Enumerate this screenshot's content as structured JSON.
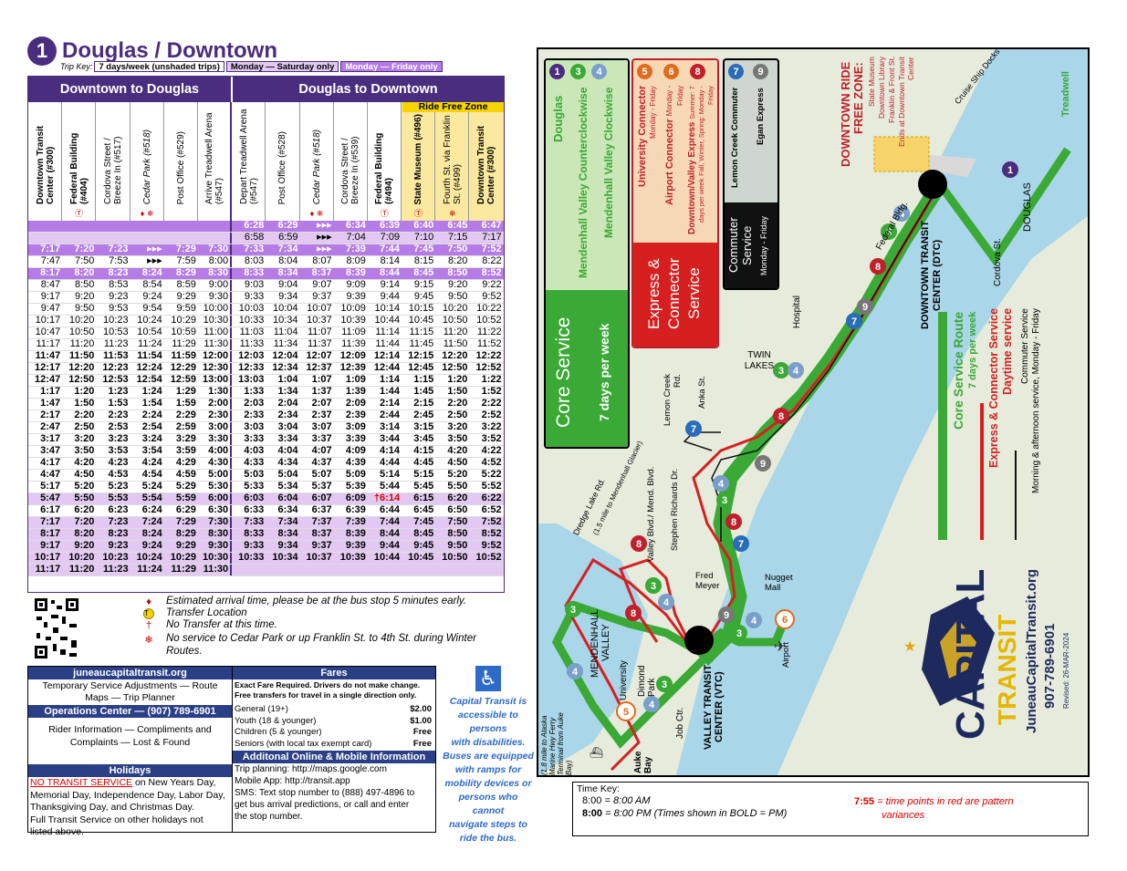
{
  "header": {
    "route_number": "1",
    "route_name": "Douglas / Downtown",
    "trip_key_label": "Trip Key:",
    "key_daily": "7 days/week (unshaded trips)",
    "key_monsat": "Monday — Saturday only",
    "key_monfri": "Monday — Friday only"
  },
  "timetable": {
    "section_left": "Downtown to Douglas",
    "section_right": "Douglas to Downtown",
    "ride_free_zone": "Ride Free Zone",
    "stops": [
      {
        "name": "Downtown Transit Center (#300)",
        "sym": ""
      },
      {
        "name": "Federal Building (#404)",
        "sym": "Ⓣ"
      },
      {
        "name": "Cordova Street / Breeze In (#517)",
        "sym": ""
      },
      {
        "name": "Cedar Park (#518)",
        "sym": "♦ ❄"
      },
      {
        "name": "Post Office (#529)",
        "sym": ""
      },
      {
        "name": "Arrive Treadwell Arena (#547)",
        "sym": ""
      },
      {
        "name": "Depart Treadwell Arena (#547)",
        "sym": ""
      },
      {
        "name": "Post Office (#528)",
        "sym": ""
      },
      {
        "name": "Cedar Park (#518)",
        "sym": "♦ ❄"
      },
      {
        "name": "Cordova Street / Breeze In (#539)",
        "sym": ""
      },
      {
        "name": "Federal Building (#494)",
        "sym": "Ⓣ"
      },
      {
        "name": "State Museum (#496)",
        "sym": "Ⓣ"
      },
      {
        "name": "Fourth St. via Franklin St. (#499)",
        "sym": "❄"
      },
      {
        "name": "Downtown Transit Center (#300)",
        "sym": ""
      }
    ],
    "rows": [
      {
        "t": [
          "",
          "",
          "",
          "",
          "",
          "",
          "6:28",
          "6:29",
          "▸▸▸",
          "6:34",
          "6:39",
          "6:40",
          "6:45",
          "6:47"
        ],
        "s": "mag"
      },
      {
        "t": [
          "",
          "",
          "",
          "",
          "",
          "",
          "6:58",
          "6:59",
          "▸▸▸",
          "7:04",
          "7:09",
          "7:10",
          "7:15",
          "7:17"
        ],
        "s": "lav"
      },
      {
        "t": [
          "7:17",
          "7:20",
          "7:23",
          "▸▸▸",
          "7:29",
          "7:30",
          "7:33",
          "7:34",
          "▸▸▸",
          "7:39",
          "7:44",
          "7:45",
          "7:50",
          "7:52"
        ],
        "s": "mag"
      },
      {
        "t": [
          "7:47",
          "7:50",
          "7:53",
          "▸▸▸",
          "7:59",
          "8:00",
          "8:03",
          "8:04",
          "8:07",
          "8:09",
          "8:14",
          "8:15",
          "8:20",
          "8:22"
        ],
        "s": ""
      },
      {
        "t": [
          "8:17",
          "8:20",
          "8:23",
          "8:24",
          "8:29",
          "8:30",
          "8:33",
          "8:34",
          "8:37",
          "8:39",
          "8:44",
          "8:45",
          "8:50",
          "8:52"
        ],
        "s": "mag"
      },
      {
        "t": [
          "8:47",
          "8:50",
          "8:53",
          "8:54",
          "8:59",
          "9:00",
          "9:03",
          "9:04",
          "9:07",
          "9:09",
          "9:14",
          "9:15",
          "9:20",
          "9:22"
        ],
        "s": ""
      },
      {
        "t": [
          "9:17",
          "9:20",
          "9:23",
          "9:24",
          "9:29",
          "9:30",
          "9:33",
          "9:34",
          "9:37",
          "9:39",
          "9:44",
          "9:45",
          "9:50",
          "9:52"
        ],
        "s": ""
      },
      {
        "t": [
          "9:47",
          "9:50",
          "9:53",
          "9:54",
          "9:59",
          "10:00",
          "10:03",
          "10:04",
          "10:07",
          "10:09",
          "10:14",
          "10:15",
          "10:20",
          "10:22"
        ],
        "s": ""
      },
      {
        "t": [
          "10:17",
          "10:20",
          "10:23",
          "10:24",
          "10:29",
          "10:30",
          "10:33",
          "10:34",
          "10:37",
          "10:39",
          "10:44",
          "10:45",
          "10:50",
          "10:52"
        ],
        "s": ""
      },
      {
        "t": [
          "10:47",
          "10:50",
          "10:53",
          "10:54",
          "10:59",
          "11:00",
          "11:03",
          "11:04",
          "11:07",
          "11:09",
          "11:14",
          "11:15",
          "11:20",
          "11:22"
        ],
        "s": ""
      },
      {
        "t": [
          "11:17",
          "11:20",
          "11:23",
          "11:24",
          "11:29",
          "11:30",
          "11:33",
          "11:34",
          "11:37",
          "11:39",
          "11:44",
          "11:45",
          "11:50",
          "11:52"
        ],
        "s": ""
      },
      {
        "t": [
          "11:47",
          "11:50",
          "11:53",
          "11:54",
          "11:59",
          "12:00",
          "12:03",
          "12:04",
          "12:07",
          "12:09",
          "12:14",
          "12:15",
          "12:20",
          "12:22"
        ],
        "s": "pmstart"
      },
      {
        "t": [
          "12:17",
          "12:20",
          "12:23",
          "12:24",
          "12:29",
          "12:30",
          "12:33",
          "12:34",
          "12:37",
          "12:39",
          "12:44",
          "12:45",
          "12:50",
          "12:52"
        ],
        "s": "pm"
      },
      {
        "t": [
          "12:47",
          "12:50",
          "12:53",
          "12:54",
          "12:59",
          "13:00",
          "13:03",
          "1:04",
          "1:07",
          "1:09",
          "1:14",
          "1:15",
          "1:20",
          "1:22"
        ],
        "s": "pm"
      },
      {
        "t": [
          "1:17",
          "1:20",
          "1:23",
          "1:24",
          "1:29",
          "1:30",
          "1:33",
          "1:34",
          "1:37",
          "1:39",
          "1:44",
          "1:45",
          "1:50",
          "1:52"
        ],
        "s": "pm"
      },
      {
        "t": [
          "1:47",
          "1:50",
          "1:53",
          "1:54",
          "1:59",
          "2:00",
          "2:03",
          "2:04",
          "2:07",
          "2:09",
          "2:14",
          "2:15",
          "2:20",
          "2:22"
        ],
        "s": "pm"
      },
      {
        "t": [
          "2:17",
          "2:20",
          "2:23",
          "2:24",
          "2:29",
          "2:30",
          "2:33",
          "2:34",
          "2:37",
          "2:39",
          "2:44",
          "2:45",
          "2:50",
          "2:52"
        ],
        "s": "pm"
      },
      {
        "t": [
          "2:47",
          "2:50",
          "2:53",
          "2:54",
          "2:59",
          "3:00",
          "3:03",
          "3:04",
          "3:07",
          "3:09",
          "3:14",
          "3:15",
          "3:20",
          "3:22"
        ],
        "s": "pm"
      },
      {
        "t": [
          "3:17",
          "3:20",
          "3:23",
          "3:24",
          "3:29",
          "3:30",
          "3:33",
          "3:34",
          "3:37",
          "3:39",
          "3:44",
          "3:45",
          "3:50",
          "3:52"
        ],
        "s": "pm"
      },
      {
        "t": [
          "3:47",
          "3:50",
          "3:53",
          "3:54",
          "3:59",
          "4:00",
          "4:03",
          "4:04",
          "4:07",
          "4:09",
          "4:14",
          "4:15",
          "4:20",
          "4:22"
        ],
        "s": "pm"
      },
      {
        "t": [
          "4:17",
          "4:20",
          "4:23",
          "4:24",
          "4:29",
          "4:30",
          "4:33",
          "4:34",
          "4:37",
          "4:39",
          "4:44",
          "4:45",
          "4:50",
          "4:52"
        ],
        "s": "pm"
      },
      {
        "t": [
          "4:47",
          "4:50",
          "4:53",
          "4:54",
          "4:59",
          "5:00",
          "5:03",
          "5:04",
          "5:07",
          "5:09",
          "5:14",
          "5:15",
          "5:20",
          "5:22"
        ],
        "s": "pm"
      },
      {
        "t": [
          "5:17",
          "5:20",
          "5:23",
          "5:24",
          "5:29",
          "5:30",
          "5:33",
          "5:34",
          "5:37",
          "5:39",
          "5:44",
          "5:45",
          "5:50",
          "5:52"
        ],
        "s": "pm"
      },
      {
        "t": [
          "5:47",
          "5:50",
          "5:53",
          "5:54",
          "5:59",
          "6:00",
          "6:03",
          "6:04",
          "6:07",
          "6:09",
          "†6:14",
          "6:15",
          "6:20",
          "6:22"
        ],
        "s": "pmlav"
      },
      {
        "t": [
          "6:17",
          "6:20",
          "6:23",
          "6:24",
          "6:29",
          "6:30",
          "6:33",
          "6:34",
          "6:37",
          "6:39",
          "6:44",
          "6:45",
          "6:50",
          "6:52"
        ],
        "s": "pm"
      },
      {
        "t": [
          "7:17",
          "7:20",
          "7:23",
          "7:24",
          "7:29",
          "7:30",
          "7:33",
          "7:34",
          "7:37",
          "7:39",
          "7:44",
          "7:45",
          "7:50",
          "7:52"
        ],
        "s": "pmlav"
      },
      {
        "t": [
          "8:17",
          "8:20",
          "8:23",
          "8:24",
          "8:29",
          "8:30",
          "8:33",
          "8:34",
          "8:37",
          "8:39",
          "8:44",
          "8:45",
          "8:50",
          "8:52"
        ],
        "s": "pmlav"
      },
      {
        "t": [
          "9:17",
          "9:20",
          "9:23",
          "9:24",
          "9:29",
          "9:30",
          "9:33",
          "9:34",
          "9:37",
          "9:39",
          "9:44",
          "9:45",
          "9:50",
          "9:52"
        ],
        "s": "pmlav"
      },
      {
        "t": [
          "10:17",
          "10:20",
          "10:23",
          "10:24",
          "10:29",
          "10:30",
          "10:33",
          "10:34",
          "10:37",
          "10:39",
          "10:44",
          "10:45",
          "10:50",
          "10:52"
        ],
        "s": "pmlav"
      },
      {
        "t": [
          "11:17",
          "11:20",
          "11:23",
          "11:24",
          "11:29",
          "11:30",
          "",
          "",
          "",
          "",
          "",
          "",
          "",
          ""
        ],
        "s": "pmlav"
      }
    ]
  },
  "legend": {
    "items": [
      {
        "sym": "♦",
        "text": "Estimated arrival time, please be at the bus stop 5 minutes early."
      },
      {
        "sym": "Ⓣ",
        "text": "Transfer Location"
      },
      {
        "sym": "†",
        "text": "No Transfer at this time."
      },
      {
        "sym": "❄",
        "text": "No service to Cedar Park or up Franklin St. to 4th St. during Winter Routes."
      }
    ]
  },
  "info": {
    "site": "juneaucapitaltransit.org",
    "site_line1": "Temporary Service Adjustments — Route",
    "site_line2": "Maps — Trip Planner",
    "ops_center": "Operations Center — (907) 789-6901",
    "ops_line1": "Rider Information — Compliments and",
    "ops_line2": "Complaints — Lost & Found",
    "holidays_head": "Holidays",
    "holidays_no": "NO TRANSIT SERVICE",
    "holidays_line1": " on New Years Day,",
    "holidays_line2": "Memorial Day, Independence Day, Labor Day,",
    "holidays_line3": "Thanksgiving Day, and Christmas Day.",
    "holidays_line4": "Full Transit Service on other holidays not",
    "holidays_line5": "listed above.",
    "fares_head": "Fares",
    "fares_note1": "Exact Fare Required. Drivers do not make change.",
    "fares_note2": "Free transfers for travel in a single direction only.",
    "fares": [
      {
        "label": "General (19+)",
        "price": "$2.00"
      },
      {
        "label": "Youth (18 & younger)",
        "price": "$1.00"
      },
      {
        "label": "Children (5 & younger)",
        "price": "Free"
      },
      {
        "label": "Seniors (with local tax exempt card)",
        "price": "Free"
      }
    ],
    "online_head": "Additonal Online & Mobile Information",
    "trip_planning": "Trip planning: http://maps.google.com",
    "mobile_app": "Mobile App: http://transit.app",
    "sms1": "SMS: Text stop number to (888) 497-4896 to",
    "sms2": "get bus arrival predictions, or call and enter",
    "sms3": "the stop number."
  },
  "access": {
    "lines": [
      "Capital Transit is",
      "accessible to persons",
      "with disabilities.",
      "Buses are equipped",
      "with ramps for",
      "mobility devices or",
      "persons who cannot",
      "navigate steps to",
      "ride the bus."
    ]
  },
  "map": {
    "core_service": "Core Service",
    "core_days": "7 days per week",
    "core_routes": [
      {
        "num": "1",
        "name": "Douglas",
        "color": "#4b2d7f"
      },
      {
        "num": "3",
        "name": "Mendenhall Valley Counterclockwise",
        "color": "#3aa935"
      },
      {
        "num": "4",
        "name": "Mendenhall Valley Clockwise",
        "color": "#7a9fc9"
      }
    ],
    "express_title": "Express & Connector Service",
    "express_routes": [
      {
        "num": "5",
        "name": "University Connector",
        "sub": "Monday - Friday",
        "color": "#e06b1e"
      },
      {
        "num": "6",
        "name": "Airport Connector",
        "sub": "Monday - Friday",
        "color": "#e06b1e"
      },
      {
        "num": "8",
        "name": "Downtown/Valley Express",
        "sub": "Summer: 7 days per week",
        "sub2": "Fall, Winter, Spring: Monday - Friday",
        "color": "#c0202a"
      }
    ],
    "commuter_title": "Commuter Service",
    "commuter_days": "Monday - Friday",
    "commuter_routes": [
      {
        "num": "7",
        "name": "Lemon Creek Commuter",
        "color": "#2a6cb8"
      },
      {
        "num": "9",
        "name": "Egan Express",
        "color": "#777777"
      }
    ],
    "ride_free_title": "DOWNTOWN RIDE FREE ZONE:",
    "ride_free_items": [
      "State Museum",
      "Downtown Library",
      "Franklin & Front St.",
      "Ends at Downtown Transit Center"
    ],
    "labels": {
      "treadwell": "Treadwell",
      "douglas": "DOUGLAS",
      "cordova": "Cordova St.",
      "dtc": "DOWNTOWN TRANSIT CENTER (DTC)",
      "cruise": "Cruise Ship Docks",
      "federal": "Federal Bldg.",
      "hospital": "Hospital",
      "twin_lakes": "TWIN LAKES",
      "lemon_creek": "Lemon Creek Rd.",
      "anka": "Anka St.",
      "valley_blvd": "Valley Blvd./ Mend. Blvd.",
      "stephen": "Stephen Richards Dr.",
      "dredge": "Dredge Lake Rd.",
      "glacier": "(1.5 mile to Mendenhall Glacier)",
      "fred_meyer": "Fred Meyer",
      "nugget": "Nugget Mall",
      "airport": "Airport",
      "vtc": "VALLEY TRANSIT CENTER (VTC)",
      "mendenhall": "MENDENHALL VALLEY",
      "university": "University",
      "dimond": "Dimond Park",
      "job_ctr": "Job Ctr.",
      "auke_bay": "Auke Bay",
      "ferry": "(1.8 mile to Alaska Marine Hwy Ferry Terminal from Auke Bay)"
    },
    "key_core": "Core Service Route",
    "key_core_sub": "7 days per week",
    "key_express": "Express & Connector Service",
    "key_express_sub": "Daytime service",
    "key_commuter": "Commuter Service",
    "key_commuter_sub": "Morning & afternoon service, Monday - Friday",
    "brand_capital": "CAPITAL",
    "brand_transit": "TRANSIT",
    "brand_url": "JuneauCapitalTransit.org",
    "brand_phone": "907-789-6901",
    "brand_revised": "Revised: 26-MAR-2024"
  },
  "time_key": {
    "title": "Time Key:",
    "am_time": "8:00",
    "am_text": "= 8:00 AM",
    "pm_time": "8:00",
    "pm_text": "= 8:00 PM (Times shown in  BOLD  = PM)",
    "red_time": "7:55",
    "red_text1": "= time points in red are pattern",
    "red_text2": "variances"
  }
}
